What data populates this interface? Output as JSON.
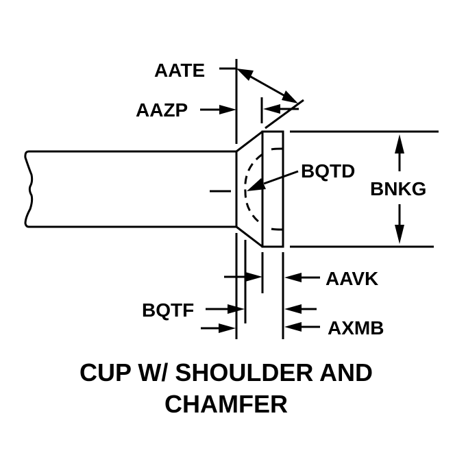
{
  "diagram": {
    "title_line1": "CUP W/ SHOULDER AND",
    "title_line2": "CHAMFER",
    "labels": {
      "aate": "AATE",
      "aazp": "AAZP",
      "bqtd": "BQTD",
      "bnkg": "BNKG",
      "aavk": "AAVK",
      "bqtf": "BQTF",
      "axmb": "AXMB"
    },
    "colors": {
      "ink": "#000000",
      "background": "#ffffff"
    }
  }
}
